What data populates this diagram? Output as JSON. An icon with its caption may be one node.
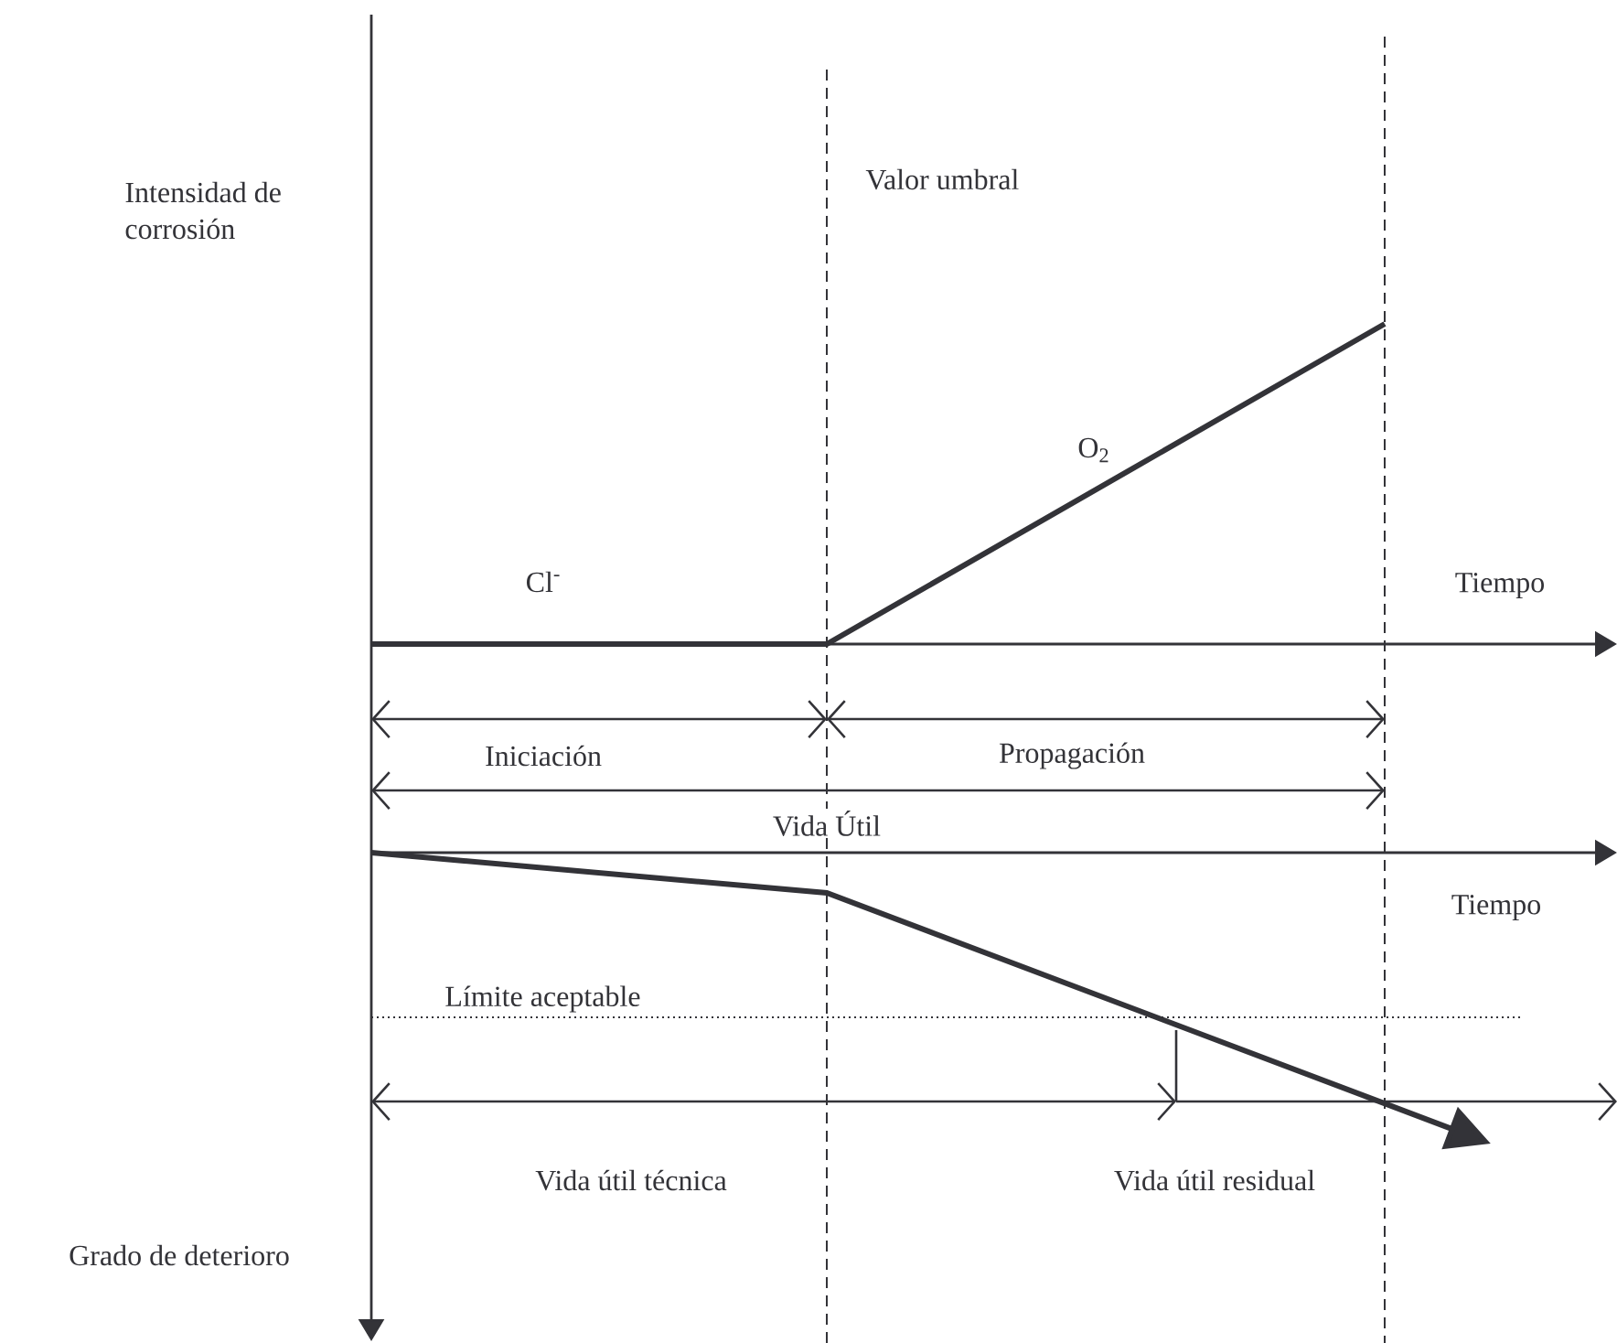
{
  "diagram": {
    "labels": [
      "Intensidad de corrosión",
      "Valor umbral",
      "O$_{2}$",
      "Cl$^{-}$",
      "Tiempo",
      "Iniciación",
      "Propagación",
      "Vida Útil",
      "Tiempo",
      "Límite aceptable",
      "Vida útil técnica",
      "Vida útil residual",
      "Grado de deterioro"
    ]
  }
}
